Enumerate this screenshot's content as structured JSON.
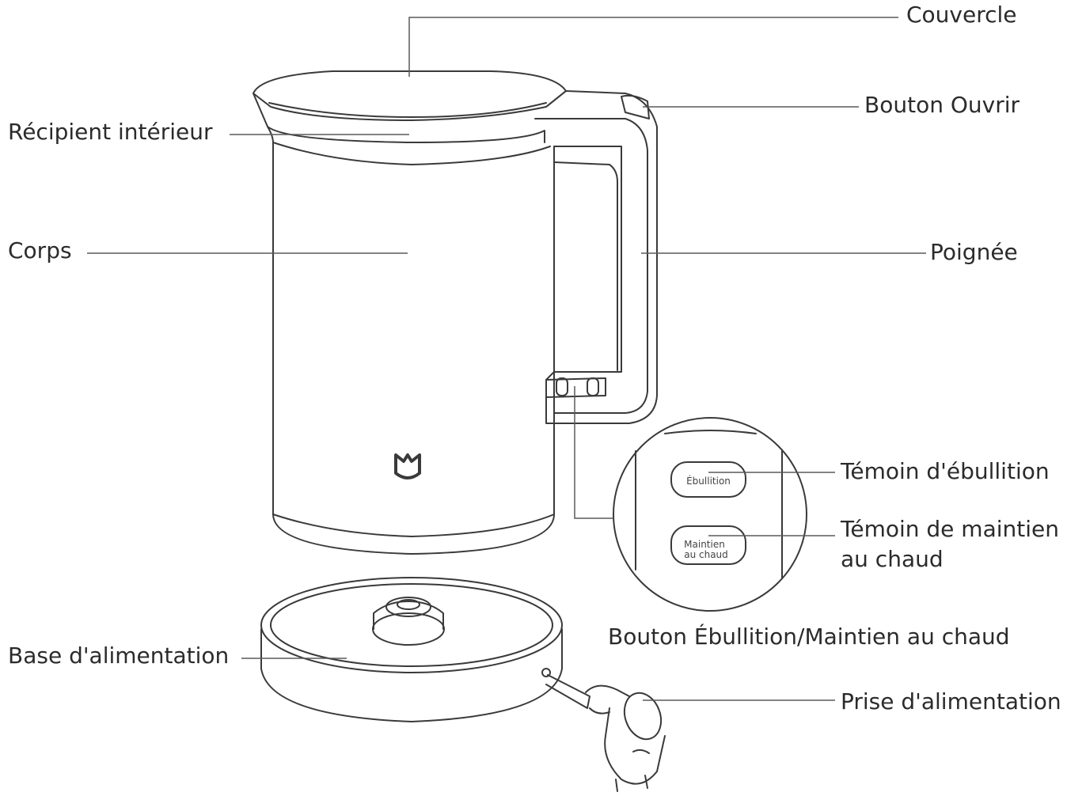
{
  "labels": {
    "couvercle": "Couvercle",
    "bouton_ouvrir": "Bouton Ouvrir",
    "recipient_interieur": "Récipient intérieur",
    "corps": "Corps",
    "poignee": "Poignée",
    "temoin_ebullition": "Témoin d'ébullition",
    "temoin_maintien_line1": "Témoin de maintien",
    "temoin_maintien_line2": "au chaud",
    "bouton_ebullition": "Bouton Ébullition/Maintien au chaud",
    "base_alimentation": "Base d'alimentation",
    "prise_alimentation": "Prise d'alimentation"
  },
  "buttons": {
    "ebullition": "Ébullition",
    "maintien_line1": "Maintien",
    "maintien_line2": "au chaud"
  },
  "colors": {
    "line": "#3a3a3a",
    "leader": "#5a5a5a",
    "text": "#2b2b2b"
  }
}
